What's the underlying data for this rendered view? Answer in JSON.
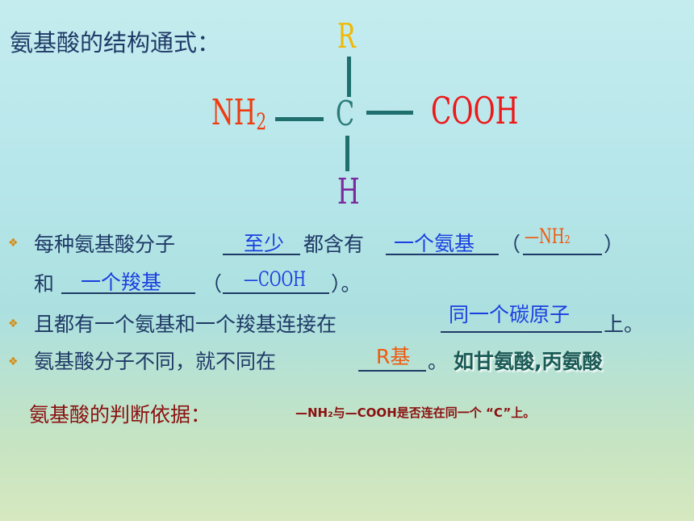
{
  "title": "氨基酸的结构通式：",
  "formula": {
    "r": "R",
    "nh": "NH",
    "sub2": "2",
    "c": "C",
    "cooh": "COOH",
    "h": "H"
  },
  "bullet_icon": "diamond-bullet-icon",
  "line1": {
    "a": "每种氨基酸分子",
    "ans1": "至少",
    "b": "都含有",
    "ans2": "一个氨基",
    "open": "（",
    "ans3": "—NH₂",
    "close": "）"
  },
  "line2": {
    "a": "和",
    "ans1": "一个羧基",
    "open": "（",
    "ans2": "—COOH",
    "close": "）。"
  },
  "line3": {
    "a": "且都有一个氨基和一个羧基连接在",
    "ans": "同一个碳原子",
    "b": "上。"
  },
  "line4": {
    "a": "氨基酸分子不同，就不同在",
    "ans": "R基",
    "b": "。",
    "tail": "如甘氨酸,丙氨酸"
  },
  "criteria": {
    "label": "氨基酸的判断依据：",
    "text": "—NH₂与—COOH是否连在同一个 “C”上。"
  },
  "colors": {
    "title": "#1f3a66",
    "answer": "#1a3fe0",
    "r_group": "#f2b800",
    "amino": "#ee3c10",
    "carboxyl": "#ee1818",
    "hydrogen": "#7a2a9e",
    "bond": "#1f6f6e",
    "criteria": "#8a1010"
  }
}
